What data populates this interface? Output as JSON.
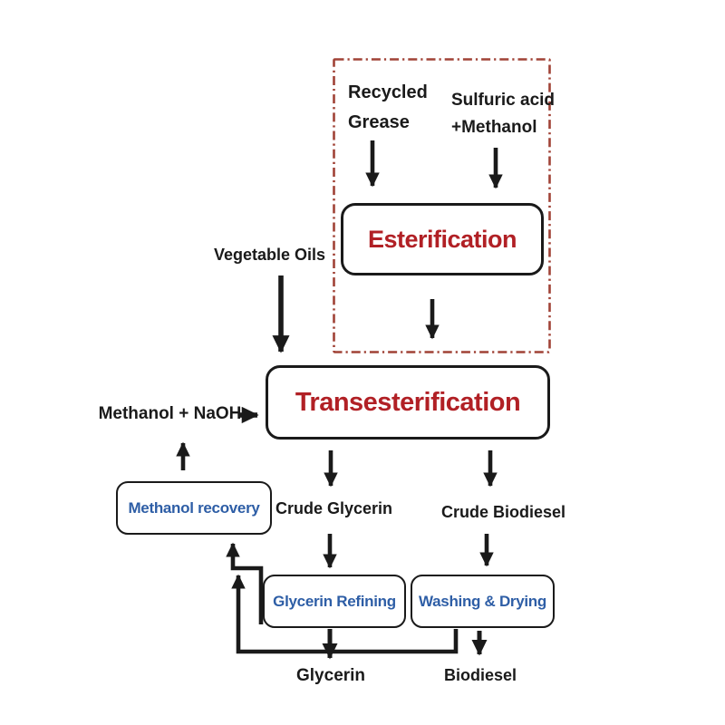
{
  "diagram": {
    "type": "flowchart",
    "subject": "Biodiesel production process",
    "colors": {
      "process_text": "#b12025",
      "recovery_text": "#2e5ea6",
      "line": "#1a1a1a",
      "dashed_border": "#a04236",
      "background": "#ffffff"
    },
    "nodes": {
      "esterification": {
        "label": "Esterification"
      },
      "transesterification": {
        "label": "Transesterification"
      },
      "methanol_recovery": {
        "label": "Methanol recovery"
      },
      "glycerin_refining": {
        "label": "Glycerin Refining"
      },
      "washing_drying": {
        "label": "Washing & Drying"
      }
    },
    "labels": {
      "recycled_grease": {
        "line1": "Recycled",
        "line2": "Grease"
      },
      "sulfuric_methanol": {
        "line1": "Sulfuric acid",
        "line2": "+Methanol"
      },
      "vegetable_oils": "Vegetable Oils",
      "methanol_naoh": "Methanol + NaOH",
      "crude_glycerin": "Crude Glycerin",
      "crude_biodiesel": "Crude Biodiesel",
      "glycerin": "Glycerin",
      "biodiesel": "Biodiesel"
    },
    "edges": [
      {
        "from": "Recycled Grease",
        "to": "Esterification"
      },
      {
        "from": "Sulfuric acid +Methanol",
        "to": "Esterification"
      },
      {
        "from": "Esterification",
        "to": "Transesterification"
      },
      {
        "from": "Vegetable Oils",
        "to": "Transesterification"
      },
      {
        "from": "Methanol + NaOH",
        "to": "Transesterification"
      },
      {
        "from": "Transesterification",
        "to": "Crude Glycerin"
      },
      {
        "from": "Transesterification",
        "to": "Crude Biodiesel"
      },
      {
        "from": "Crude Glycerin",
        "to": "Glycerin Refining"
      },
      {
        "from": "Crude Biodiesel",
        "to": "Washing & Drying"
      },
      {
        "from": "Glycerin Refining",
        "to": "Glycerin"
      },
      {
        "from": "Washing & Drying",
        "to": "Biodiesel"
      },
      {
        "from": "Glycerin Refining",
        "to": "Methanol recovery"
      },
      {
        "from": "Washing & Drying",
        "to": "Methanol recovery"
      },
      {
        "from": "Methanol recovery",
        "to": "Methanol + NaOH"
      }
    ]
  }
}
